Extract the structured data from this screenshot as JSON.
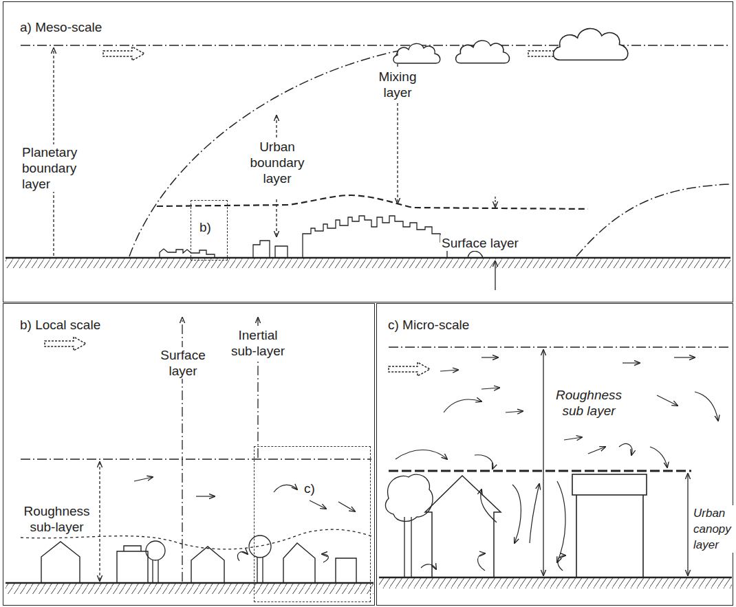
{
  "diagram": {
    "nodes": [
      {
        "text": [
          "a) Meso-scale"
        ]
      },
      {
        "text": [
          "b)"
        ],
        "in": 0
      },
      {
        "text": [
          "b) Local scale"
        ]
      },
      {
        "text": [
          "c)"
        ],
        "in": 2
      },
      {
        "text": [
          "c) Micro-scale"
        ]
      }
    ],
    "labels": [
      "Planetary boundary layer",
      "Urban boundary layer",
      "Mixing layer",
      "Surface layer",
      "Surface layer",
      "Inertial sub-layer",
      "Roughness sub-layer",
      "Roughness sub layer",
      "Urban canopy layer"
    ]
  }
}
